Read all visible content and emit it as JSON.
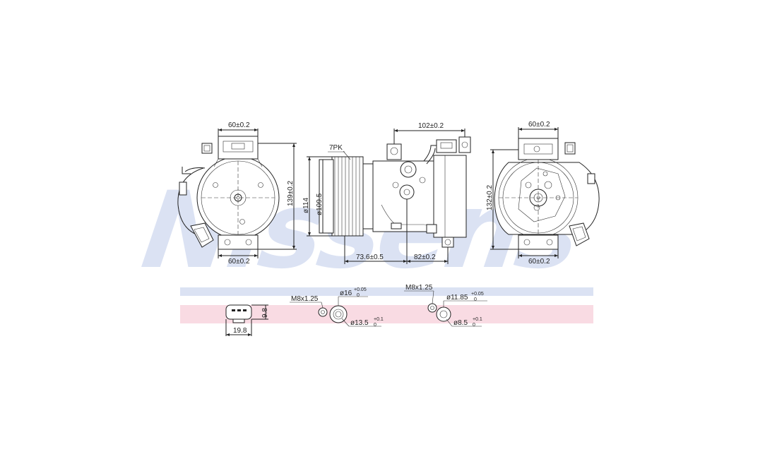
{
  "brand": {
    "watermark": "Nissens",
    "watermark_color": "#dbe2f3",
    "band_blue": "#dbe2f3",
    "band_pink": "#f9dbe3"
  },
  "front_view": {
    "top_width": "60±0.2",
    "bottom_width": "60±0.2",
    "height": "139±0.2"
  },
  "side_view": {
    "pulley_label": "7PK",
    "pulley_outer_dia": "ø114",
    "pulley_inner_dia": "ø109.5",
    "top_length": "102±0.2",
    "bottom_left": "73.6±0.5",
    "bottom_right": "82±0.2"
  },
  "rear_view": {
    "top_width": "60±0.2",
    "bottom_width": "60±0.2",
    "height": "132±0.2"
  },
  "connector": {
    "height": "9.8",
    "width": "19.8"
  },
  "fitting_1": {
    "thread": "M8x1.25",
    "outer_dia": "ø16",
    "outer_tol_upper": "+0.05",
    "outer_tol_lower": "0",
    "inner_dia": "ø13.5",
    "inner_tol_upper": "+0.1",
    "inner_tol_lower": "0"
  },
  "fitting_2": {
    "thread": "M8x1.25",
    "outer_dia": "ø11.85",
    "outer_tol_upper": "+0.05",
    "outer_tol_lower": "0",
    "inner_dia": "ø8.5",
    "inner_tol_upper": "+0.1",
    "inner_tol_lower": "0"
  }
}
